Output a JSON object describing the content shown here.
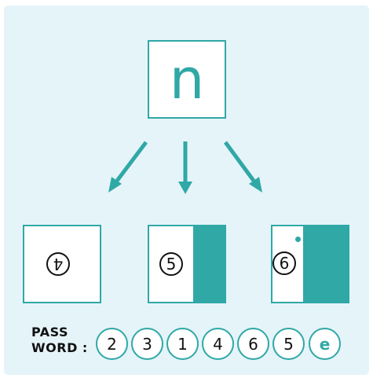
{
  "top": {
    "letter": "n"
  },
  "results": [
    {
      "digit": "4"
    },
    {
      "digit": "5"
    },
    {
      "digit": "6"
    }
  ],
  "password": {
    "label_line1": "PASS",
    "label_line2": "WORD :",
    "digits": [
      "2",
      "3",
      "1",
      "4",
      "6",
      "5"
    ],
    "answer": "e"
  },
  "colors": {
    "accent": "#2fa8a6",
    "panel": "#e5f4f9",
    "text": "#111111"
  }
}
